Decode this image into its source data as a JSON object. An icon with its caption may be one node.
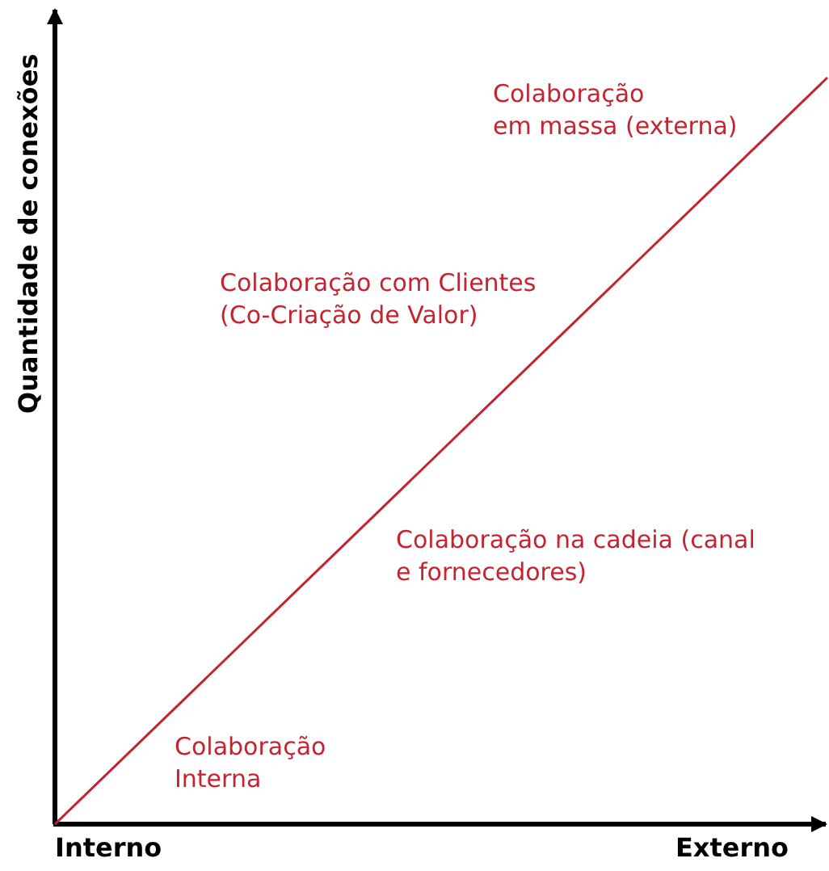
{
  "diagram": {
    "labels": [
      "Quantidade de conexões",
      "Colaboração em massa (externa)",
      "Colaboração com Clientes (Co-Criação de Valor)",
      "Colaboração na cadeia (canal e fornecedores)",
      "Colaboração Interna",
      "Interno",
      "Externo"
    ]
  }
}
